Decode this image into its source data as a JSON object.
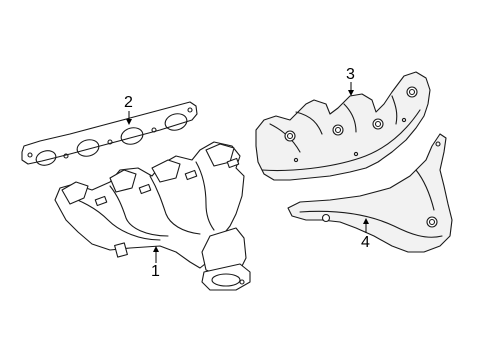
{
  "diagram": {
    "callouts": [
      {
        "id": "1",
        "label": "1"
      },
      {
        "id": "2",
        "label": "2"
      },
      {
        "id": "3",
        "label": "3"
      },
      {
        "id": "4",
        "label": "4"
      }
    ],
    "parts": [
      {
        "id": "1",
        "name": "exhaust-manifold"
      },
      {
        "id": "2",
        "name": "manifold-gasket"
      },
      {
        "id": "3",
        "name": "upper-heat-shield"
      },
      {
        "id": "4",
        "name": "lower-heat-shield"
      }
    ]
  }
}
